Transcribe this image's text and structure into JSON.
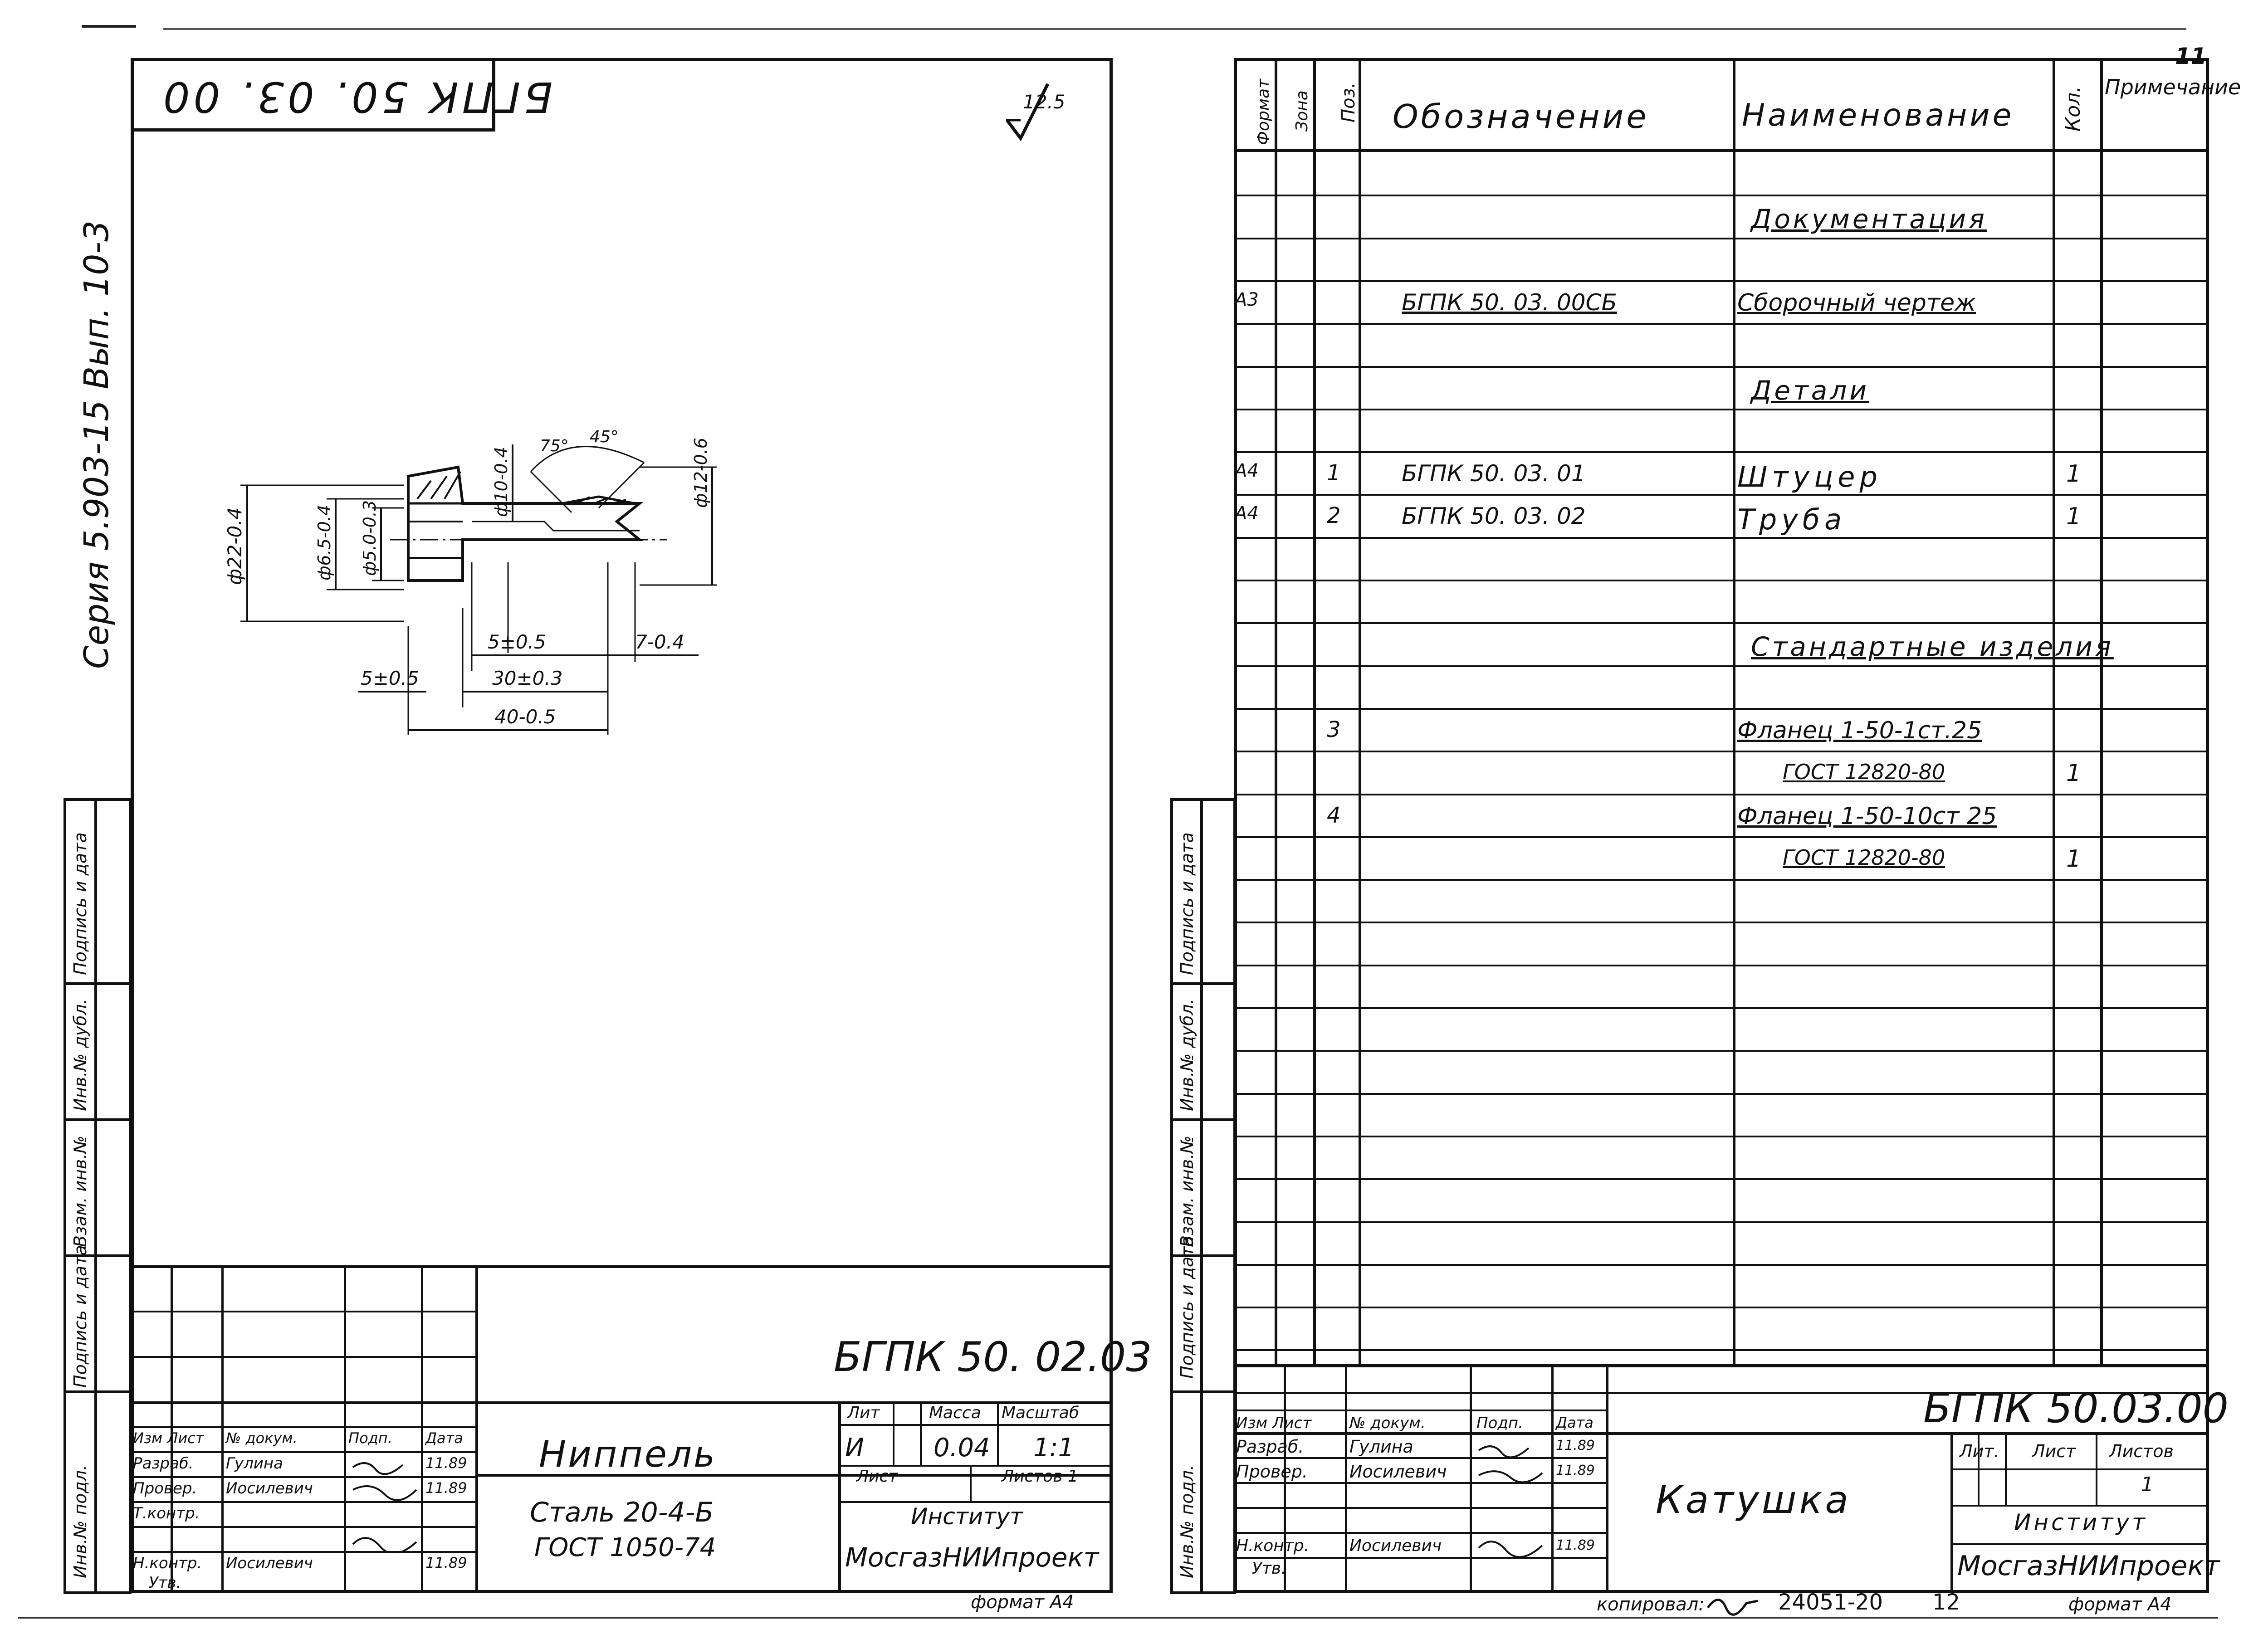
{
  "page_number": "11",
  "left_sheet": {
    "rotated_stamp": "БГПК 50. 03. 00",
    "series": "Серия 5.903-15 Вып. 10-3",
    "roughness": "12.5",
    "dims": {
      "d22": "ф22-0.4",
      "d65": "ф6.5-0.4",
      "d5": "ф5.0-0.3",
      "d10": "ф10-0.4",
      "d12": "ф12-0.6",
      "a75": "75°",
      "a45": "45°",
      "l5a": "5±0.5",
      "l7": "7-0.4",
      "l5b": "5±0.5",
      "l30": "30±0.3",
      "l40": "40-0.5"
    },
    "side_columns": [
      "Инв.№ подл.",
      "Подпись и дата",
      "Взам. инв.№",
      "Инв.№ дубл.",
      "Подпись и дата"
    ],
    "title_block": {
      "code": "БГПК 50. 02.03",
      "name": "Ниппель",
      "material_1": "Сталь 20-4-Б",
      "material_2": "ГОСТ 1050-74",
      "lit_header": "Лит",
      "mass_header": "Масса",
      "scale_header": "Масштаб",
      "lit_value": "И",
      "mass_value": "0.04",
      "scale_value": "1:1",
      "sheet_label": "Лист",
      "sheets_label": "Листов 1",
      "org_1": "Институт",
      "org_2": "МосгазНИИпроект",
      "format": "формат А4",
      "roles": [
        {
          "role": "Изм Лист",
          "name": "№ докум.",
          "sign": "Подп.",
          "date": "Дата"
        },
        {
          "role": "Разраб.",
          "name": "Гулина",
          "sign": "",
          "date": "11.89"
        },
        {
          "role": "Провер.",
          "name": "Иосилевич",
          "sign": "",
          "date": "11.89"
        },
        {
          "role": "Т.контр.",
          "name": "",
          "sign": "",
          "date": ""
        },
        {
          "role": "",
          "name": "",
          "sign": "",
          "date": ""
        },
        {
          "role": "Н.контр.",
          "name": "Иосилевич",
          "sign": "",
          "date": "11.89"
        },
        {
          "role": "Утв.",
          "name": "",
          "sign": "",
          "date": ""
        }
      ]
    }
  },
  "right_sheet": {
    "headers": [
      "Формат",
      "Зона",
      "Поз.",
      "Обозначение",
      "Наименование",
      "Кол.",
      "Примечание"
    ],
    "rows": [
      {
        "fmt": "",
        "zone": "",
        "pos": "",
        "code": "",
        "name": "",
        "qty": "",
        "note": ""
      },
      {
        "fmt": "",
        "zone": "",
        "pos": "",
        "code": "",
        "name": "Документация",
        "qty": "",
        "note": "",
        "heading": true
      },
      {
        "fmt": "",
        "zone": "",
        "pos": "",
        "code": "",
        "name": "",
        "qty": "",
        "note": ""
      },
      {
        "fmt": "А3",
        "zone": "",
        "pos": "",
        "code": "БГПК 50. 03. 00СБ",
        "name": "Сборочный чертеж",
        "qty": "",
        "note": ""
      },
      {
        "fmt": "",
        "zone": "",
        "pos": "",
        "code": "",
        "name": "",
        "qty": "",
        "note": ""
      },
      {
        "fmt": "",
        "zone": "",
        "pos": "",
        "code": "",
        "name": "Детали",
        "qty": "",
        "note": "",
        "heading": true
      },
      {
        "fmt": "",
        "zone": "",
        "pos": "",
        "code": "",
        "name": "",
        "qty": "",
        "note": ""
      },
      {
        "fmt": "А4",
        "zone": "",
        "pos": "1",
        "code": "БГПК 50. 03. 01",
        "name": "Штуцер",
        "qty": "1",
        "note": ""
      },
      {
        "fmt": "А4",
        "zone": "",
        "pos": "2",
        "code": "БГПК 50. 03. 02",
        "name": "Труба",
        "qty": "1",
        "note": ""
      },
      {
        "fmt": "",
        "zone": "",
        "pos": "",
        "code": "",
        "name": "",
        "qty": "",
        "note": ""
      },
      {
        "fmt": "",
        "zone": "",
        "pos": "",
        "code": "",
        "name": "",
        "qty": "",
        "note": ""
      },
      {
        "fmt": "",
        "zone": "",
        "pos": "",
        "code": "",
        "name": "Стандартные изделия",
        "qty": "",
        "note": "",
        "heading": true
      },
      {
        "fmt": "",
        "zone": "",
        "pos": "",
        "code": "",
        "name": "",
        "qty": "",
        "note": ""
      },
      {
        "fmt": "",
        "zone": "",
        "pos": "3",
        "code": "",
        "name": "Фланец 1-50-1ст.25",
        "qty": "",
        "note": ""
      },
      {
        "fmt": "",
        "zone": "",
        "pos": "",
        "code": "",
        "name": "ГОСТ 12820-80",
        "qty": "1",
        "note": ""
      },
      {
        "fmt": "",
        "zone": "",
        "pos": "4",
        "code": "",
        "name": "Фланец 1-50-10ст 25",
        "qty": "",
        "note": ""
      },
      {
        "fmt": "",
        "zone": "",
        "pos": "",
        "code": "",
        "name": "ГОСТ 12820-80",
        "qty": "1",
        "note": ""
      }
    ],
    "title_block": {
      "code": "БГПК 50.03.00",
      "name": "Катушка",
      "lit_header": "Лит.",
      "sheet_header": "Лист",
      "sheets_header": "Листов",
      "sheets_value": "1",
      "org_1": "Институт",
      "org_2": "МосгазНИИпроект",
      "format": "формат А4",
      "roles": [
        {
          "role": "Изм Лист",
          "name": "№ докум.",
          "sign": "Подп.",
          "date": "Дата"
        },
        {
          "role": "Разраб.",
          "name": "Гулина",
          "sign": "",
          "date": "11.89"
        },
        {
          "role": "Провер.",
          "name": "Иосилевич",
          "sign": "",
          "date": "11.89"
        },
        {
          "role": "",
          "name": "",
          "sign": "",
          "date": ""
        },
        {
          "role": "Н.контр.",
          "name": "Иосилевич",
          "sign": "",
          "date": "11.89"
        },
        {
          "role": "Утв.",
          "name": "",
          "sign": "",
          "date": ""
        }
      ]
    },
    "side_columns": [
      "Инв.№ подл.",
      "Подпись и дата",
      "Взам. инв.№",
      "Инв.№ дубл.",
      "Подпись и дата"
    ],
    "footer": {
      "copied": "копировал:",
      "doc_number": "24051-20",
      "sheet": "12"
    }
  }
}
